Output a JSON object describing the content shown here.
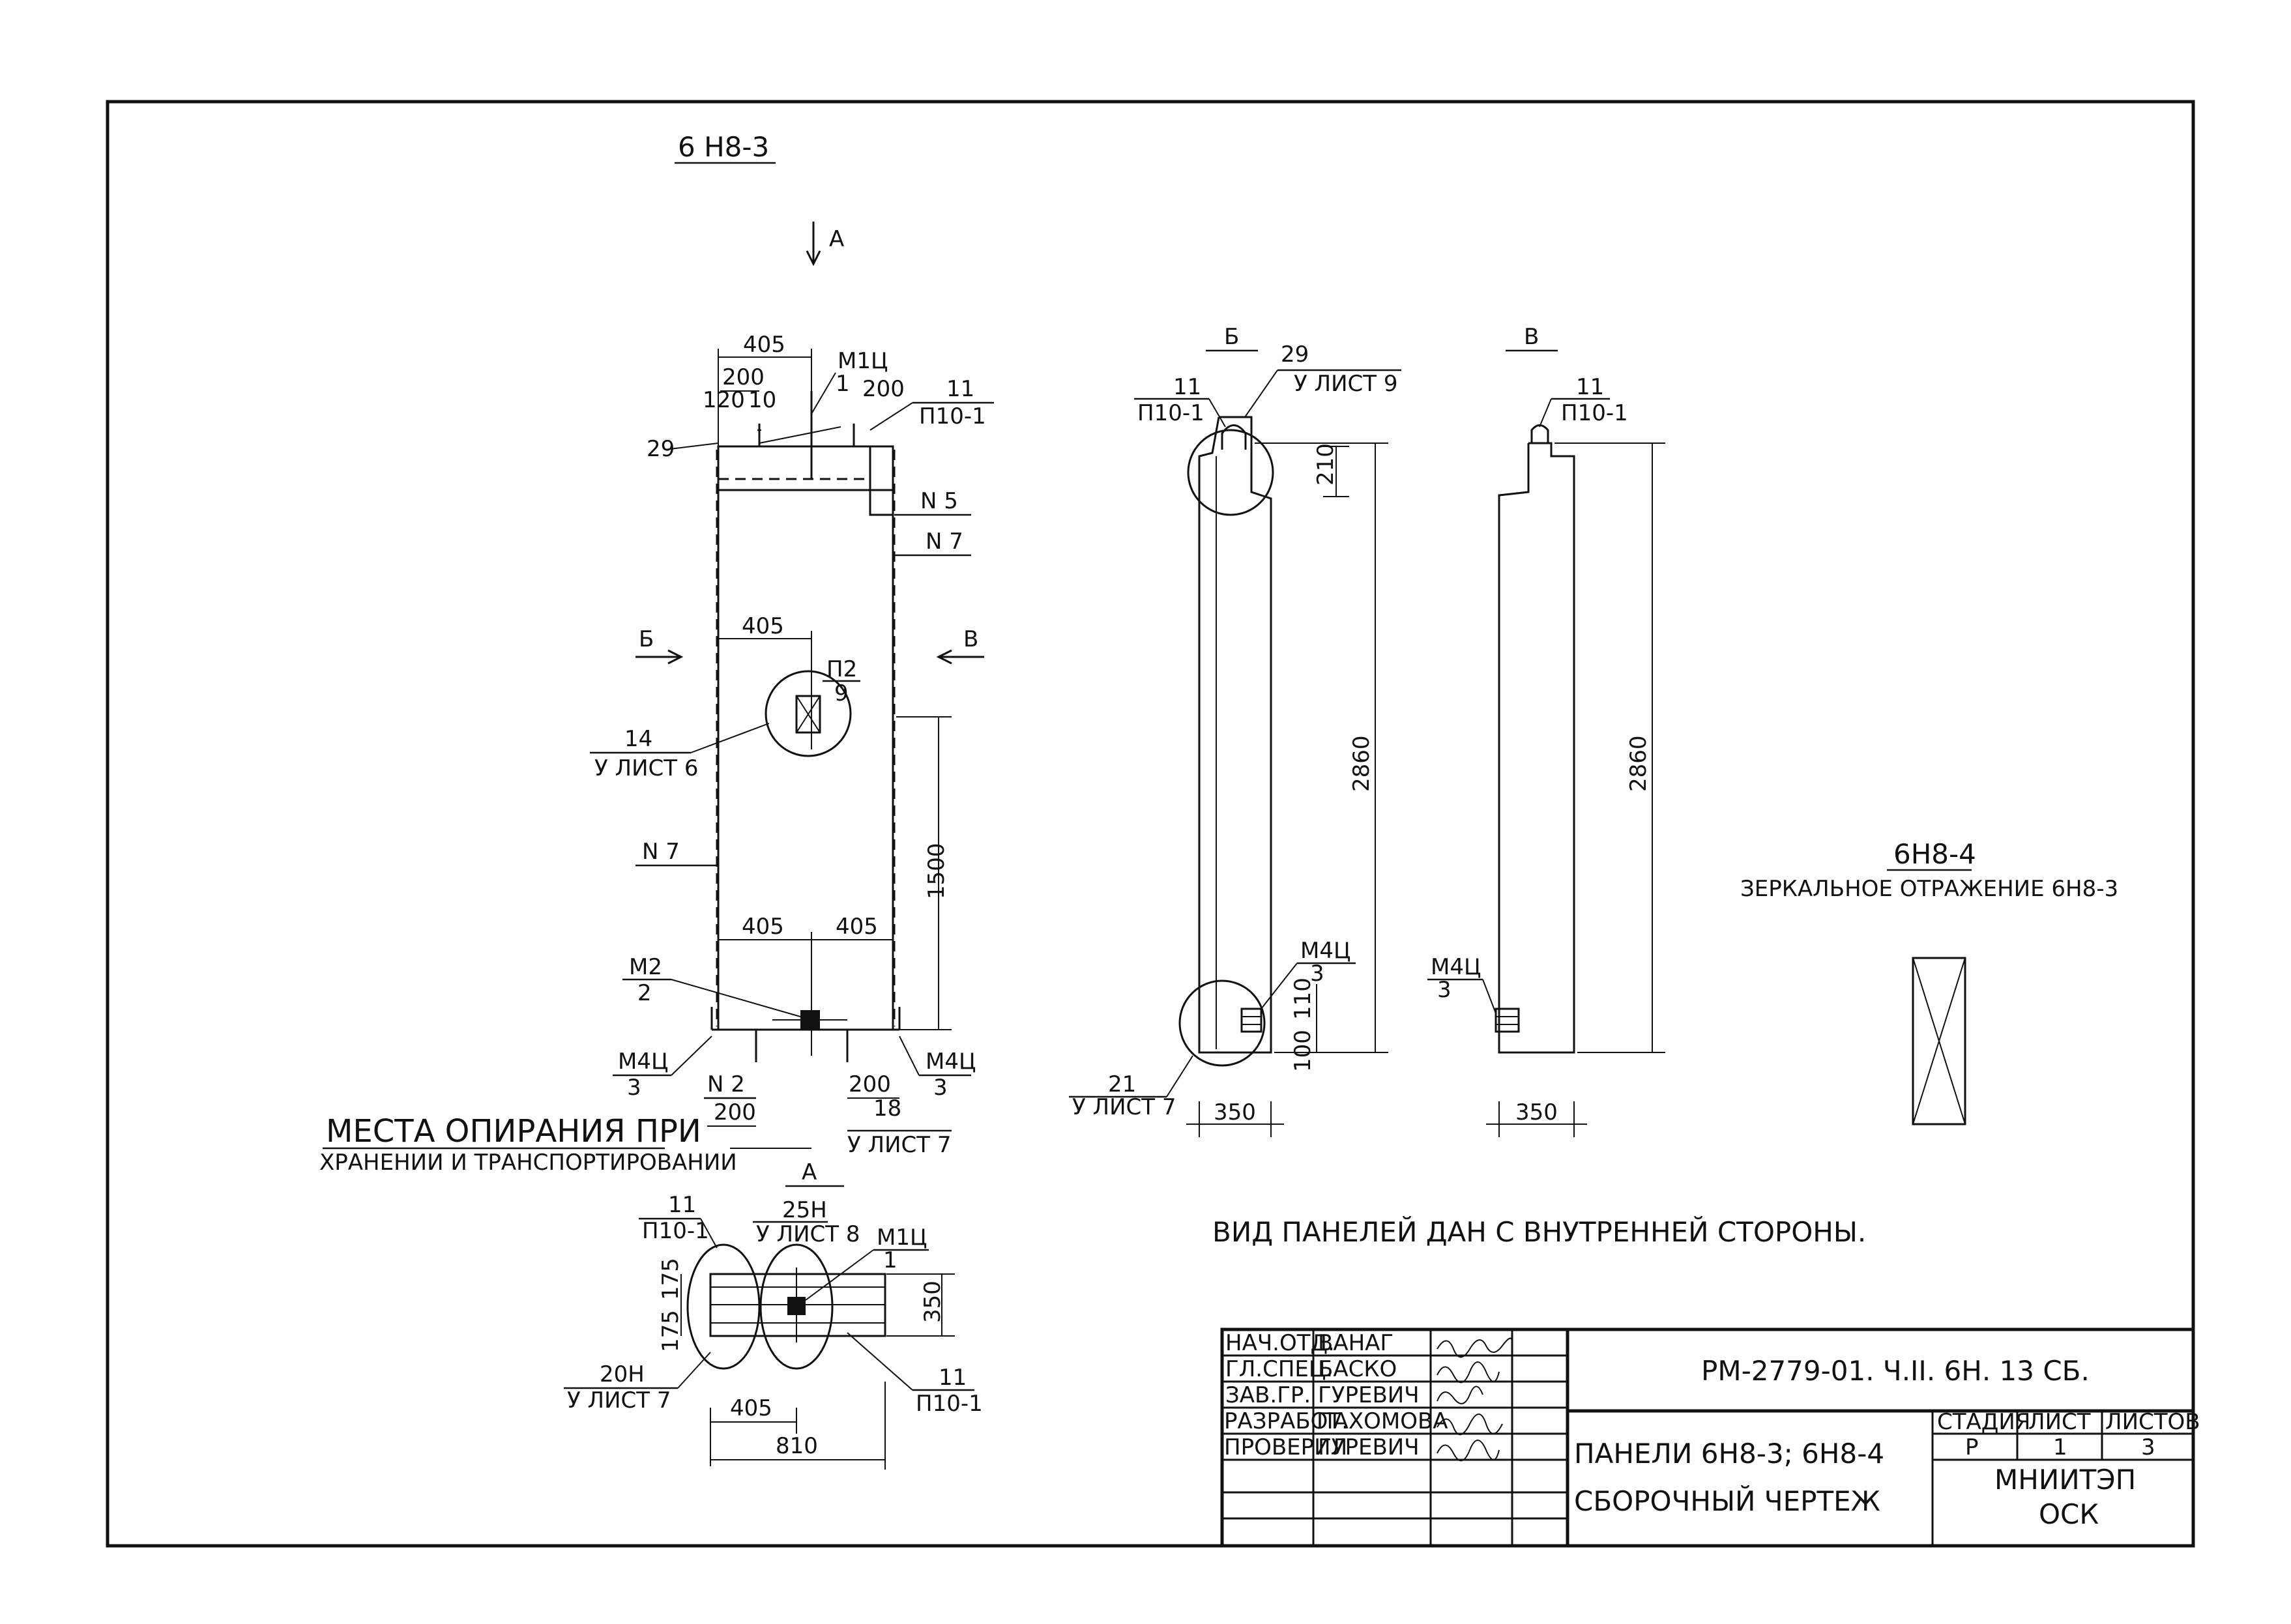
{
  "sheet_title": "6 Н8-3",
  "view_arrow": "А",
  "main_view": {
    "dim_top_405": "405",
    "dim_200_left": "200",
    "dim_200_right": "200",
    "dim_120": "120",
    "dim_10": "10",
    "dim_29": "29",
    "mark_m1c": "М1Ц",
    "mark_m1c_num": "1",
    "mark_11": "11",
    "mark_p10_1": "П10-1",
    "n5": "N 5",
    "n7_right": "N 7",
    "n7_left": "N 7",
    "section_b": "Б",
    "section_v": "В",
    "dim_mid_405": "405",
    "p2": "П2",
    "p2_num": "9",
    "ref14": "14",
    "ref14_sheet": "У ЛИСТ 6",
    "dim_1500": "1500",
    "dim_bot_405_a": "405",
    "dim_bot_405_b": "405",
    "m2": "М2",
    "m2_num": "2",
    "m4c_left": "М4Ц",
    "m4c_left_num": "3",
    "m4c_right": "М4Ц",
    "m4c_right_num": "3",
    "n2": "N 2",
    "dim_200_bl": "200",
    "dim_200_br": "200",
    "ref18": "18",
    "ref18_sheet": "У ЛИСТ 7",
    "supports_line1": "МЕСТА ОПИРАНИЯ ПРИ",
    "supports_line2": "ХРАНЕНИИ И ТРАНСПОРТИРОВАНИИ"
  },
  "plan_view": {
    "title": "А",
    "ref11_top": "11",
    "ref11_top_mark": "П10-1",
    "ref25": "25Н",
    "ref25_sheet": "У ЛИСТ 8",
    "m1c": "М1Ц",
    "m1c_num": "1",
    "dim_175a": "175",
    "dim_175b": "175",
    "dim_350": "350",
    "ref20": "20Н",
    "ref20_sheet": "У ЛИСТ 7",
    "ref11_bot": "11",
    "ref11_bot_mark": "П10-1",
    "dim_405": "405",
    "dim_810": "810"
  },
  "section_b_view": {
    "title": "Б",
    "ref11": "11",
    "ref11_mark": "П10-1",
    "ref29": "29",
    "ref29_sheet": "У ЛИСТ 9",
    "dim_210": "210",
    "dim_2860": "2860",
    "m4c": "М4Ц",
    "m4c_num": "3",
    "dim_110": "110",
    "dim_100": "100",
    "ref21": "21",
    "ref21_sheet": "У ЛИСТ 7",
    "dim_350": "350"
  },
  "section_v_view": {
    "title": "В",
    "ref11": "11",
    "ref11_mark": "П10-1",
    "dim_2860": "2860",
    "m4c": "М4Ц",
    "m4c_num": "3",
    "dim_350": "350"
  },
  "mirror_note": {
    "title": "6Н8-4",
    "text": "ЗЕРКАЛЬНОЕ ОТРАЖЕНИЕ 6Н8-3"
  },
  "view_note": "ВИД ПАНЕЛЕЙ ДАН С ВНУТРЕННЕЙ СТОРОНЫ.",
  "title_block": {
    "rows": [
      {
        "role": "НАЧ.ОТД.",
        "name": "ВАНАГ"
      },
      {
        "role": "ГЛ.СПЕЦ.",
        "name": "БАСКО"
      },
      {
        "role": "ЗАВ.ГР.",
        "name": "ГУРЕВИЧ"
      },
      {
        "role": "РАЗРАБОТ.",
        "name": "ПАХОМОВА"
      },
      {
        "role": "ПРОВЕРИЛ",
        "name": "ГУРЕВИЧ"
      }
    ],
    "doc_code": "РМ-2779-01. Ч.II. 6Н. 13 СБ.",
    "name_line1": "ПАНЕЛИ 6Н8-3; 6Н8-4",
    "name_line2": "СБОРОЧНЫЙ ЧЕРТЕЖ",
    "stage_label": "СТАДИЯ",
    "sheet_label": "ЛИСТ",
    "sheets_label": "ЛИСТОВ",
    "stage": "Р",
    "sheet": "1",
    "sheets": "3",
    "org_line1": "МНИИТЭП",
    "org_line2": "ОСК"
  }
}
